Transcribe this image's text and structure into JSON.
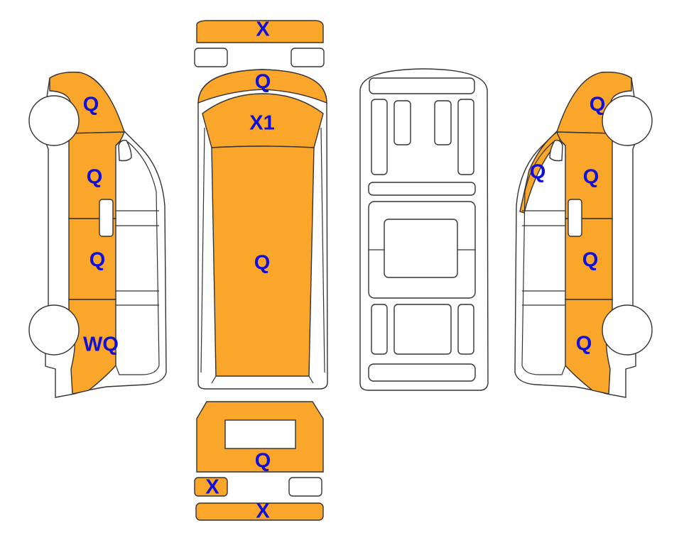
{
  "colors": {
    "damage": "#F9A62B",
    "label": "#1010D8",
    "line": "#333333",
    "background": "#FFFFFF"
  },
  "labels": {
    "front_bumper": "X",
    "hood": "Q",
    "windshield": "X1",
    "roof": "Q",
    "rear_door": "Q",
    "rear_light_left": "X",
    "rear_bumper": "X",
    "left_front_fender": "Q",
    "left_front_door": "Q",
    "left_sliding_door": "Q",
    "left_rear_quarter": "WQ",
    "right_front_fender": "Q",
    "right_a_pillar": "Q",
    "right_front_door": "Q",
    "right_sliding_door": "Q",
    "right_rear_quarter": "Q"
  }
}
